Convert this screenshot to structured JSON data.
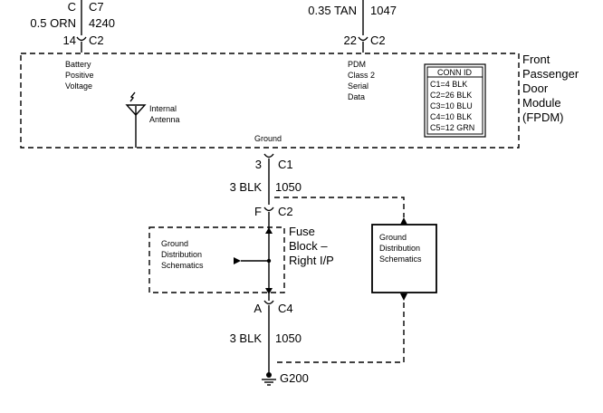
{
  "top_left": {
    "connector_pin": "C",
    "connector": "C7",
    "wire_color": "0.5 ORN",
    "circuit": "4240",
    "module_pin": "14",
    "module_connector": "C2"
  },
  "top_right": {
    "wire_color": "0.35 TAN",
    "circuit": "1047",
    "module_pin": "22",
    "module_connector": "C2"
  },
  "module": {
    "name_lines": [
      "Front",
      "Passenger",
      "Door",
      "Module",
      "(FPDM)"
    ],
    "battery_label": [
      "Battery",
      "Positive",
      "Voltage"
    ],
    "pdm_label": [
      "PDM",
      "Class 2",
      "Serial",
      "Data"
    ],
    "antenna_label": [
      "Internal",
      "Antenna"
    ],
    "ground_label": "Ground"
  },
  "conn_id": {
    "title": "CONN ID",
    "rows": [
      "C1=4 BLK",
      "C2=26 BLK",
      "C3=10 BLU",
      "C4=10 BLK",
      "C5=12 GRN"
    ]
  },
  "ground_wire": {
    "pin1": "3",
    "conn1": "C1",
    "wire_color": "3 BLK",
    "circuit": "1050",
    "pin2": "F",
    "conn2": "C2"
  },
  "fuse_block": {
    "name_lines": [
      "Fuse",
      "Block –",
      "Right I/P"
    ],
    "inner_label": [
      "Ground",
      "Distribution",
      "Schematics"
    ]
  },
  "ref_box": {
    "label": [
      "Ground",
      "Distribution",
      "Schematics"
    ]
  },
  "bottom_wire": {
    "pin": "A",
    "conn": "C4",
    "wire_color": "3 BLK",
    "circuit": "1050",
    "ground_name": "G200"
  }
}
